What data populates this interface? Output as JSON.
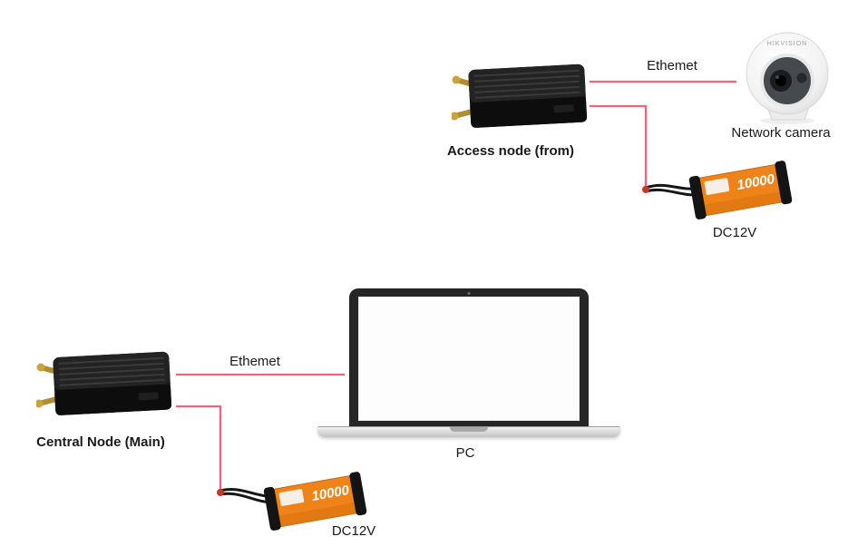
{
  "nodes": {
    "access_node": {
      "label": "Access node (from)"
    },
    "network_camera": {
      "label": "Network camera",
      "brand": "HIKVISION"
    },
    "battery_top": {
      "label": "DC12V",
      "capacity": "10000"
    },
    "central_node": {
      "label": "Central Node (Main)"
    },
    "pc": {
      "label": "PC"
    },
    "battery_bottom": {
      "label": "DC12V",
      "capacity": "10000"
    }
  },
  "connections": {
    "camera_link_label": "Ethemet",
    "pc_link_label": "Ethemet"
  },
  "colors": {
    "connection_line": "#f2647a",
    "battery_orange": "#ef8318",
    "device_body": "#181818",
    "camera_face": "#454a4f"
  }
}
